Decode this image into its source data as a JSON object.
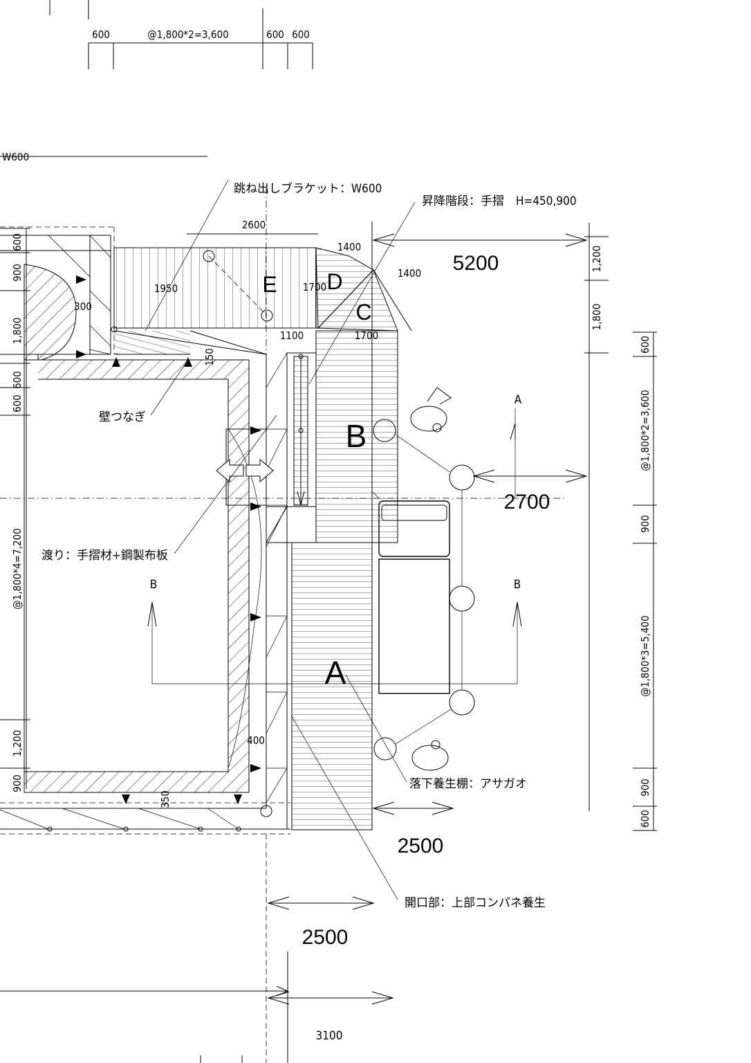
{
  "dimensions": {
    "top_d1": "600",
    "top_d2": "@1,800*2=3,600",
    "top_d3": "600",
    "top_d4": "600",
    "w600": "W600",
    "d2600": "2600",
    "d1400a": "1400",
    "d1400b": "1400",
    "d1950": "1950",
    "d1700a": "1700",
    "d1100": "1100",
    "d1700b": "1700",
    "d300": "300",
    "d150": "150",
    "d400": "400",
    "d350": "350",
    "d5200": "5200",
    "d2700": "2700",
    "d2500a": "2500",
    "d2500b": "2500",
    "d3100": "3100",
    "left_600a": "600",
    "left_900": "900",
    "left_1800": "1,800",
    "left_600b": "600",
    "left_600c": "600",
    "left_7200": "@1,800*4=7,200",
    "left_1200": "1,200",
    "left_900b": "900",
    "rightA_1200": "1,200",
    "rightA_1800": "1,800",
    "right_600a": "600",
    "right_3600": "@1,800*2=3,600",
    "right_900": "900",
    "right_5400": "@1,800*3=5,400",
    "right_900b": "900",
    "right_600b": "600"
  },
  "labels": {
    "bracket": "跳ね出しブラケット：W600",
    "stairs": "昇降階段：手摺　H=450,900",
    "wall_tie": "壁つなぎ",
    "bridge": "渡り：手摺材+鋼製布板",
    "fall_protection": "落下養生棚：アサガオ",
    "opening": "開口部：上部コンパネ養生"
  },
  "zones": {
    "A": "A",
    "B": "B",
    "C": "C",
    "D": "D",
    "E": "E"
  },
  "section_marks": {
    "sec_a_top": "A",
    "sec_b_left": "B",
    "sec_b_right": "B"
  }
}
